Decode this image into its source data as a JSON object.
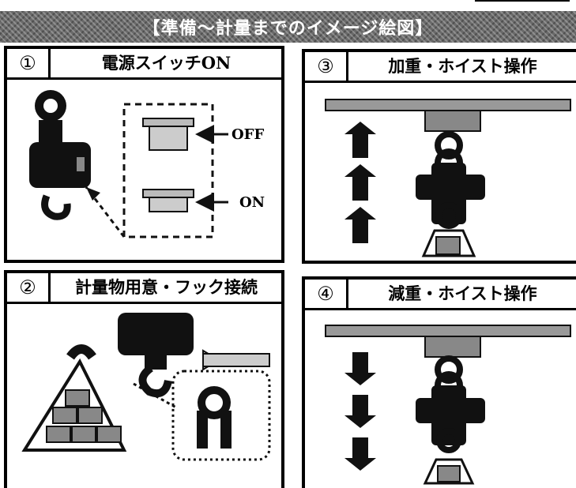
{
  "header": {
    "title": "【準備〜計量までのイメージ絵図】"
  },
  "panels": [
    {
      "num": "①",
      "title": "電源スイッチON",
      "labels": {
        "off": "OFF",
        "on": "ON"
      }
    },
    {
      "num": "③",
      "title": "加重・ホイスト操作"
    },
    {
      "num": "②",
      "title": "計量物用意・フック接続"
    },
    {
      "num": "④",
      "title": "減重・ホイスト操作"
    }
  ],
  "colors": {
    "dark": "#111111",
    "gray": "#8a8a8a",
    "light": "#d8d8d8"
  }
}
